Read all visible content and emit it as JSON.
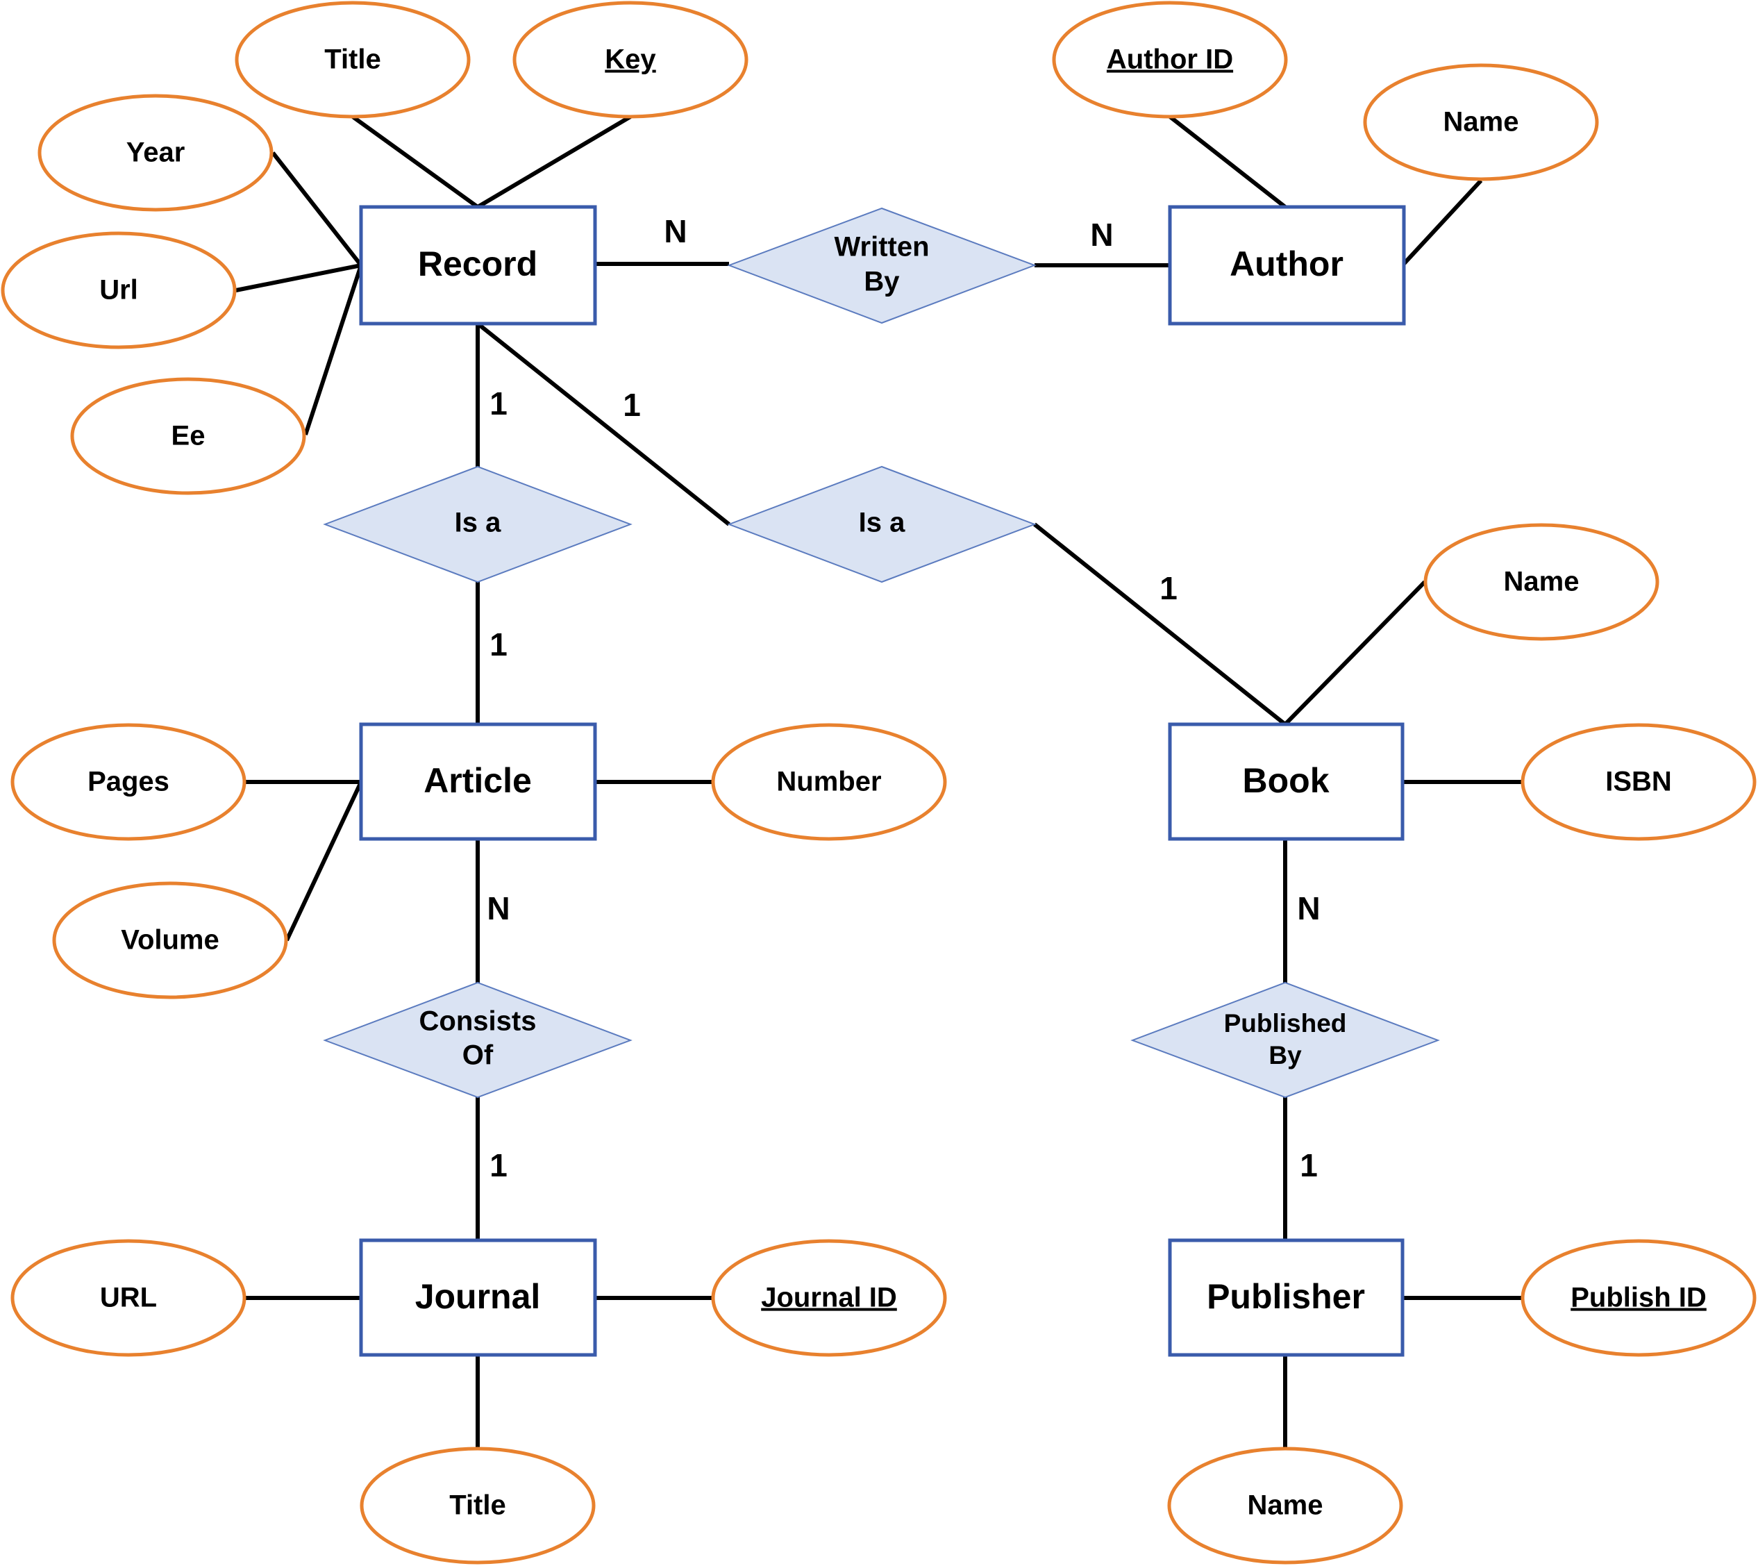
{
  "colors": {
    "entity_stroke": "#3a5bab",
    "entity_fill": "#ffffff",
    "attribute_stroke": "#e8812e",
    "attribute_fill": "#ffffff",
    "relationship_stroke": "#5b7bbf",
    "relationship_fill": "#dae3f3",
    "edge": "#000000",
    "text": "#000000"
  },
  "entities": {
    "record": "Record",
    "author": "Author",
    "article": "Article",
    "book": "Book",
    "journal": "Journal",
    "publisher": "Publisher"
  },
  "relationships": {
    "written_by": [
      "Written",
      "By"
    ],
    "is_a_article": [
      "Is a"
    ],
    "is_a_book": [
      "Is a"
    ],
    "consists_of": [
      "Consists",
      "Of"
    ],
    "published_by": [
      "Published",
      "By"
    ]
  },
  "attributes": {
    "record_title": {
      "text": "Title",
      "key": false
    },
    "record_key": {
      "text": "Key",
      "key": true
    },
    "record_year": {
      "text": "Year",
      "key": false
    },
    "record_url": {
      "text": "Url",
      "key": false
    },
    "record_ee": {
      "text": "Ee",
      "key": false
    },
    "author_id": {
      "text": "Author ID",
      "key": true
    },
    "author_name": {
      "text": "Name",
      "key": false
    },
    "book_name": {
      "text": "Name",
      "key": false
    },
    "book_isbn": {
      "text": "ISBN",
      "key": false
    },
    "article_pages": {
      "text": "Pages",
      "key": false
    },
    "article_volume": {
      "text": "Volume",
      "key": false
    },
    "article_number": {
      "text": "Number",
      "key": false
    },
    "journal_url": {
      "text": "URL",
      "key": false
    },
    "journal_id": {
      "text": "Journal ID",
      "key": true
    },
    "journal_title": {
      "text": "Title",
      "key": false
    },
    "publisher_id": {
      "text": "Publish ID",
      "key": true
    },
    "publisher_name": {
      "text": "Name",
      "key": false
    }
  },
  "cardinalities": {
    "record_written_by": "N",
    "author_written_by": "N",
    "record_is_a_article": "1",
    "article_is_a": "1",
    "record_is_a_book": "1",
    "book_is_a": "1",
    "article_consists_of": "N",
    "journal_consists_of": "1",
    "book_published_by": "N",
    "publisher_published_by": "1"
  }
}
